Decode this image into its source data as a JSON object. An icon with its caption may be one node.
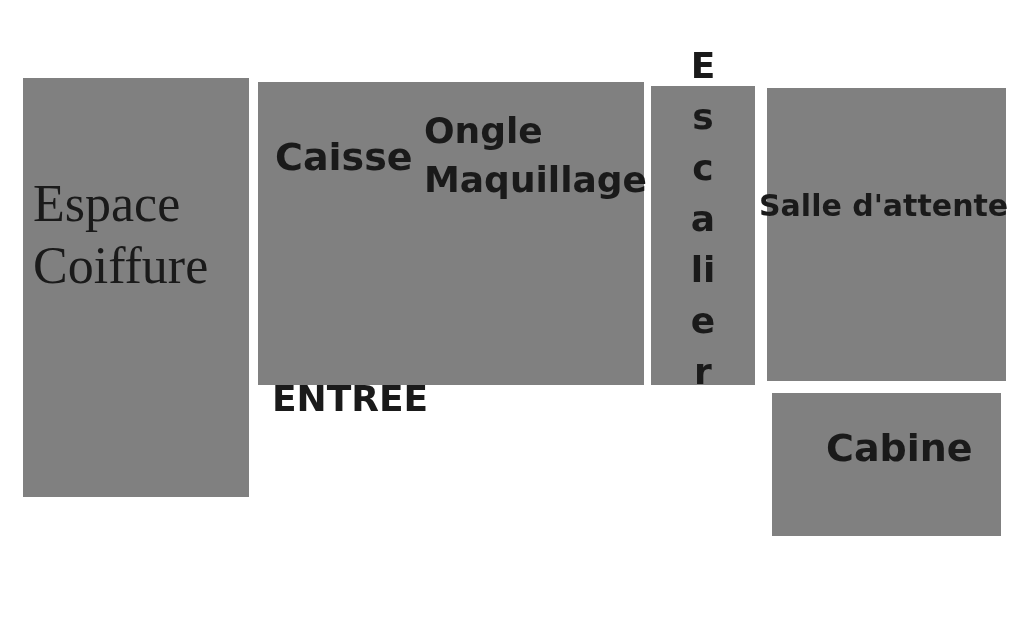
{
  "diagram": {
    "nodes": [
      {
        "text": [
          "Espace Coiffure"
        ]
      },
      {
        "text": [
          "Caisse",
          "Ongle Maquillage"
        ]
      },
      {
        "text": [
          "Escalier"
        ]
      },
      {
        "text": [
          "Salle d'attente"
        ]
      },
      {
        "text": [
          "Cabine"
        ]
      }
    ],
    "labels": [
      "ENTREE"
    ]
  }
}
